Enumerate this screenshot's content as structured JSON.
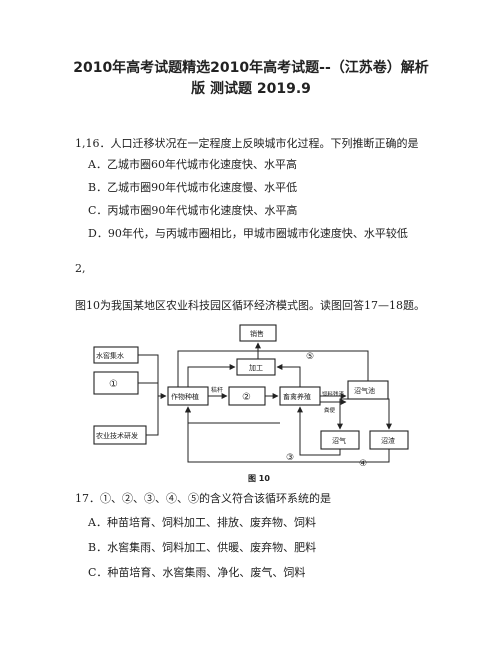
{
  "doc": {
    "title_line1": "2010年高考试题精选2010年高考试题--（江苏卷）解析",
    "title_line2": "版 测试题 2019.9"
  },
  "q1": {
    "stem": "1,16．人口迁移状况在一定程度上反映城市化过程。下列推断正确的是",
    "options": [
      "A．乙城市圈60年代城市化速度快、水平高",
      "B．乙城市圈90年代城市化速度慢、水平低",
      "C．丙城市圈90年代城市化速度快、水平高",
      "D．90年代，与丙城市圈相比，甲城市圈城市化速度快、水平较低"
    ]
  },
  "q2": {
    "number": "2,"
  },
  "intro": "图10为我国某地区农业科技园区循环经济模式图。读图回答17—18题。",
  "figure": {
    "caption": "图 10",
    "boxes": {
      "rain": "水窖集水",
      "c1": "①",
      "tech": "农业技术研发",
      "sales": "销售",
      "process": "加工",
      "crop": "作物种植",
      "c2": "②",
      "livestock": "畜禽养殖",
      "biogas_pit": "沼气池",
      "biogas": "沼气",
      "slurry": "沼渣"
    },
    "labels": {
      "straw": "秸秆",
      "feed_waste": "饲料残渣",
      "manure": "粪便",
      "c3": "③",
      "c4": "④",
      "c5": "⑤"
    }
  },
  "q17": {
    "stem": "17．①、②、③、④、⑤的含义符合该循环系统的是",
    "options": [
      "A．种苗培育、饲料加工、排放、废弃物、饲料",
      "B．水窖集雨、饲料加工、供暖、废弃物、肥料",
      "C．种苗培育、水窖集雨、净化、废气、饲料"
    ]
  }
}
